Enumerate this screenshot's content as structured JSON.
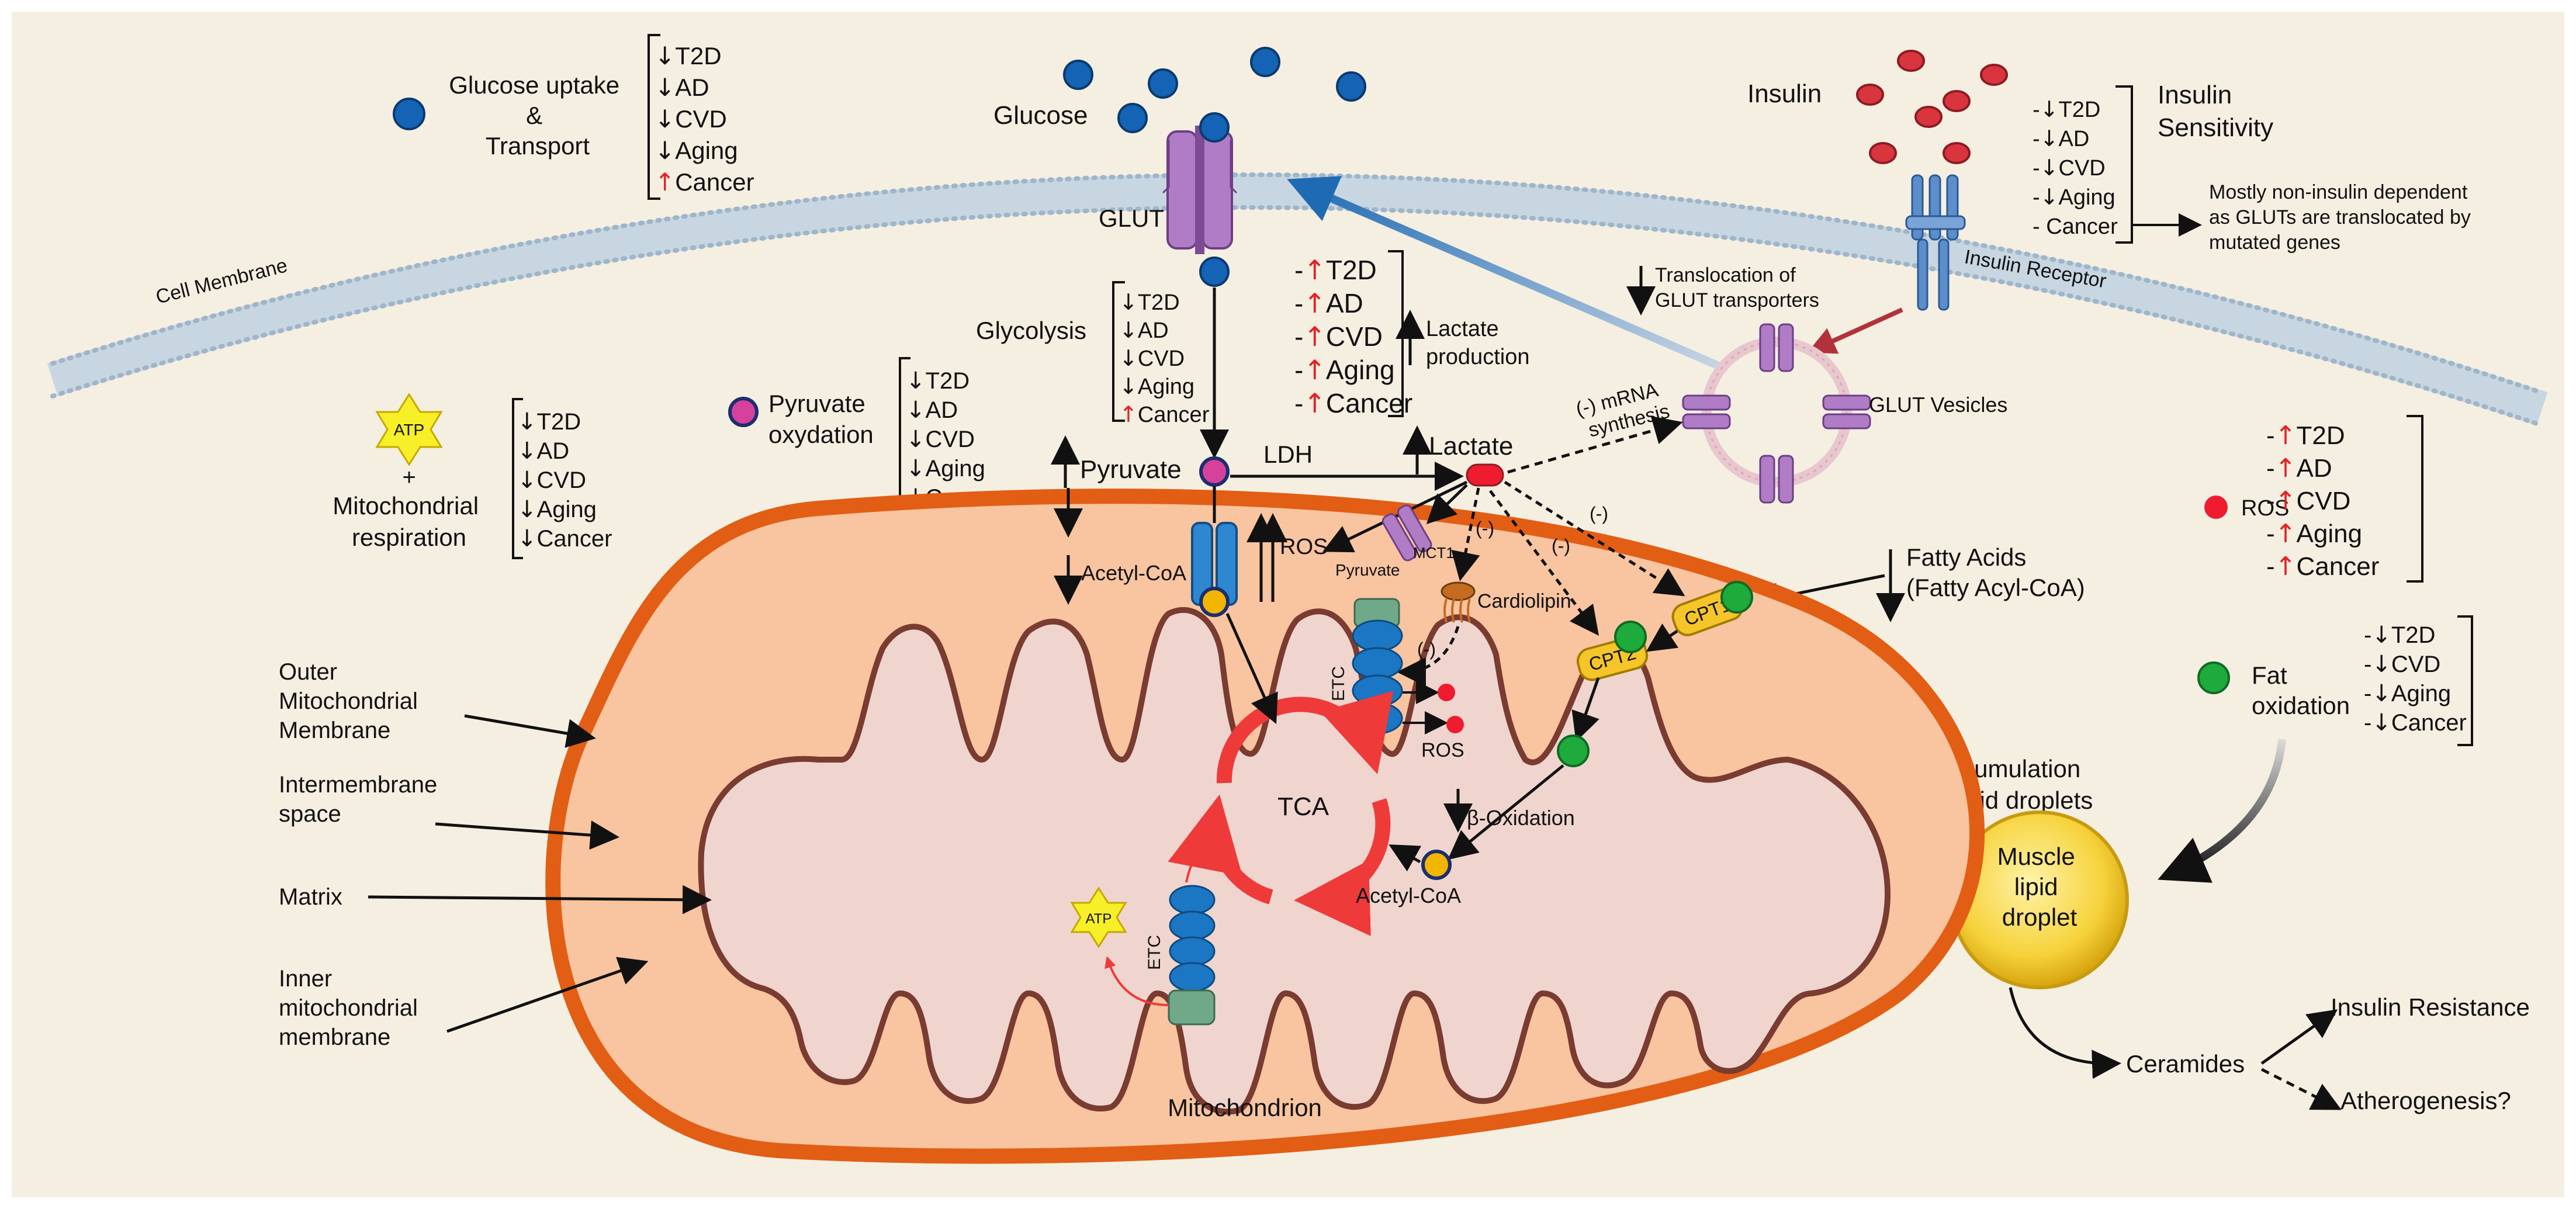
{
  "colors": {
    "background": "#f5efe2",
    "mito_outer": "#e25e14",
    "mito_fill": "#f9c4a0",
    "matrix_fill": "#f0d5cf",
    "cristae_stroke": "#7a3b30",
    "glucose_blue": "#1463b4",
    "insulin_red": "#d9353e",
    "up_arrow_red": "#e32323",
    "glut_purple": "#b07cc6",
    "fat_green": "#1faa3c",
    "cpt_yellow": "#f5c52a",
    "arrow_blue": "#1f6bb3",
    "arrow_darkred": "#b2323c",
    "tca_red": "#ef3a3a",
    "lipid_yellow": "#f6d23a"
  },
  "membrane": {
    "label": "Cell Membrane"
  },
  "glucose_block": {
    "uptake_label": [
      "Glucose uptake",
      "&",
      "Transport"
    ],
    "list": [
      {
        "arrow": "↓",
        "text": "T2D"
      },
      {
        "arrow": "↓",
        "text": "AD"
      },
      {
        "arrow": "↓",
        "text": "CVD"
      },
      {
        "arrow": "↓",
        "text": "Aging"
      },
      {
        "arrow": "↑",
        "text": "Cancer",
        "red": true
      }
    ]
  },
  "glucose": {
    "label": "Glucose"
  },
  "glut": {
    "label": "GLUT"
  },
  "insulin": {
    "label": "Insulin"
  },
  "insulin_sensitivity": {
    "title": [
      "Insulin",
      "Sensitivity"
    ],
    "list": [
      {
        "arrow": "↓",
        "text": "T2D"
      },
      {
        "arrow": "↓",
        "text": "AD"
      },
      {
        "arrow": "↓",
        "text": "CVD"
      },
      {
        "arrow": "↓",
        "text": "Aging"
      },
      {
        "arrow": "",
        "text": "Cancer"
      }
    ],
    "note": [
      "Mostly non-insulin dependent",
      "as GLUTs are translocated by",
      "mutated genes"
    ]
  },
  "insulin_receptor": {
    "label": "Insulin Receptor"
  },
  "translocation": {
    "label": [
      "Translocation of",
      "GLUT transporters"
    ]
  },
  "glut_vesicles": {
    "label": "GLUT Vesicles"
  },
  "glycolysis": {
    "label": "Glycolysis",
    "list": [
      {
        "arrow": "↓",
        "text": "T2D"
      },
      {
        "arrow": "↓",
        "text": "AD"
      },
      {
        "arrow": "↓",
        "text": "CVD"
      },
      {
        "arrow": "↓",
        "text": "Aging"
      },
      {
        "arrow": "↑",
        "text": "Cancer",
        "red": true
      }
    ]
  },
  "lactate_production": {
    "label": [
      "Lactate",
      "production"
    ],
    "list": [
      {
        "arrow": "↑",
        "text": "T2D",
        "red": true
      },
      {
        "arrow": "↑",
        "text": "AD",
        "red": true
      },
      {
        "arrow": "↑",
        "text": "CVD",
        "red": true
      },
      {
        "arrow": "↑",
        "text": "Aging",
        "red": true
      },
      {
        "arrow": "↑",
        "text": "Cancer",
        "red": true
      }
    ]
  },
  "atp_block": {
    "atp": "ATP",
    "plus": "+",
    "label": [
      "Mitochondrial",
      "respiration"
    ],
    "list": [
      {
        "arrow": "↓",
        "text": "T2D"
      },
      {
        "arrow": "↓",
        "text": "AD"
      },
      {
        "arrow": "↓",
        "text": "CVD"
      },
      {
        "arrow": "↓",
        "text": "Aging"
      },
      {
        "arrow": "↓",
        "text": "Cancer"
      }
    ]
  },
  "pyruvate_oxidation": {
    "label": [
      "Pyruvate",
      "oxydation"
    ],
    "list": [
      {
        "arrow": "↓",
        "text": "T2D"
      },
      {
        "arrow": "↓",
        "text": "AD"
      },
      {
        "arrow": "↓",
        "text": "CVD"
      },
      {
        "arrow": "↓",
        "text": "Aging"
      },
      {
        "arrow": "↓",
        "text": "Cancer"
      }
    ]
  },
  "center": {
    "pyruvate": "Pyruvate",
    "ldh": "LDH",
    "lactate": "Lactate",
    "mrna": [
      "(-) mRNA",
      "synthesis"
    ],
    "ros": "ROS",
    "mct1": "MCT1",
    "pyruvate_small": "Pyruvate",
    "acetyl_coa": "Acetyl-CoA",
    "cardiolipin": "Cardiolipin",
    "neg": "(-)",
    "etc": "ETC",
    "tca": "TCA",
    "beta_ox": "β-Oxidation",
    "acetyl_coa2": "Acetyl-CoA",
    "cpt1": "CPT1",
    "cpt2": "CPT2",
    "mitochondrion": "Mitochondrion"
  },
  "ros_block": {
    "label": "ROS",
    "list": [
      {
        "arrow": "↑",
        "text": "T2D",
        "red": true
      },
      {
        "arrow": "↑",
        "text": "AD",
        "red": true
      },
      {
        "arrow": "↑",
        "text": "CVD",
        "red": true
      },
      {
        "arrow": "↑",
        "text": "Aging",
        "red": true
      },
      {
        "arrow": "↑",
        "text": "Cancer",
        "red": true
      }
    ]
  },
  "fatty_acids": {
    "label": [
      "Fatty Acids",
      "(Fatty Acyl-CoA)"
    ]
  },
  "fat_oxidation": {
    "label": [
      "Fat",
      "oxidation"
    ],
    "list": [
      {
        "arrow": "↓",
        "text": "T2D"
      },
      {
        "arrow": "↓",
        "text": "CVD"
      },
      {
        "arrow": "↓",
        "text": "Aging"
      },
      {
        "arrow": "↓",
        "text": "Cancer"
      }
    ]
  },
  "lipid": {
    "accumulation": [
      "Accumulation",
      "of lipid droplets"
    ],
    "droplet": [
      "Muscle",
      "lipid",
      "droplet"
    ],
    "ceramides": "Ceramides",
    "insulin_resistance": "Insulin Resistance",
    "atherogenesis": "Atherogenesis?"
  },
  "left_labels": {
    "outer": [
      "Outer",
      "Mitochondrial",
      "Membrane"
    ],
    "intermembrane": [
      "Intermembrane",
      "space"
    ],
    "matrix": "Matrix",
    "inner": [
      "Inner",
      "mitochondrial",
      "membrane"
    ]
  }
}
